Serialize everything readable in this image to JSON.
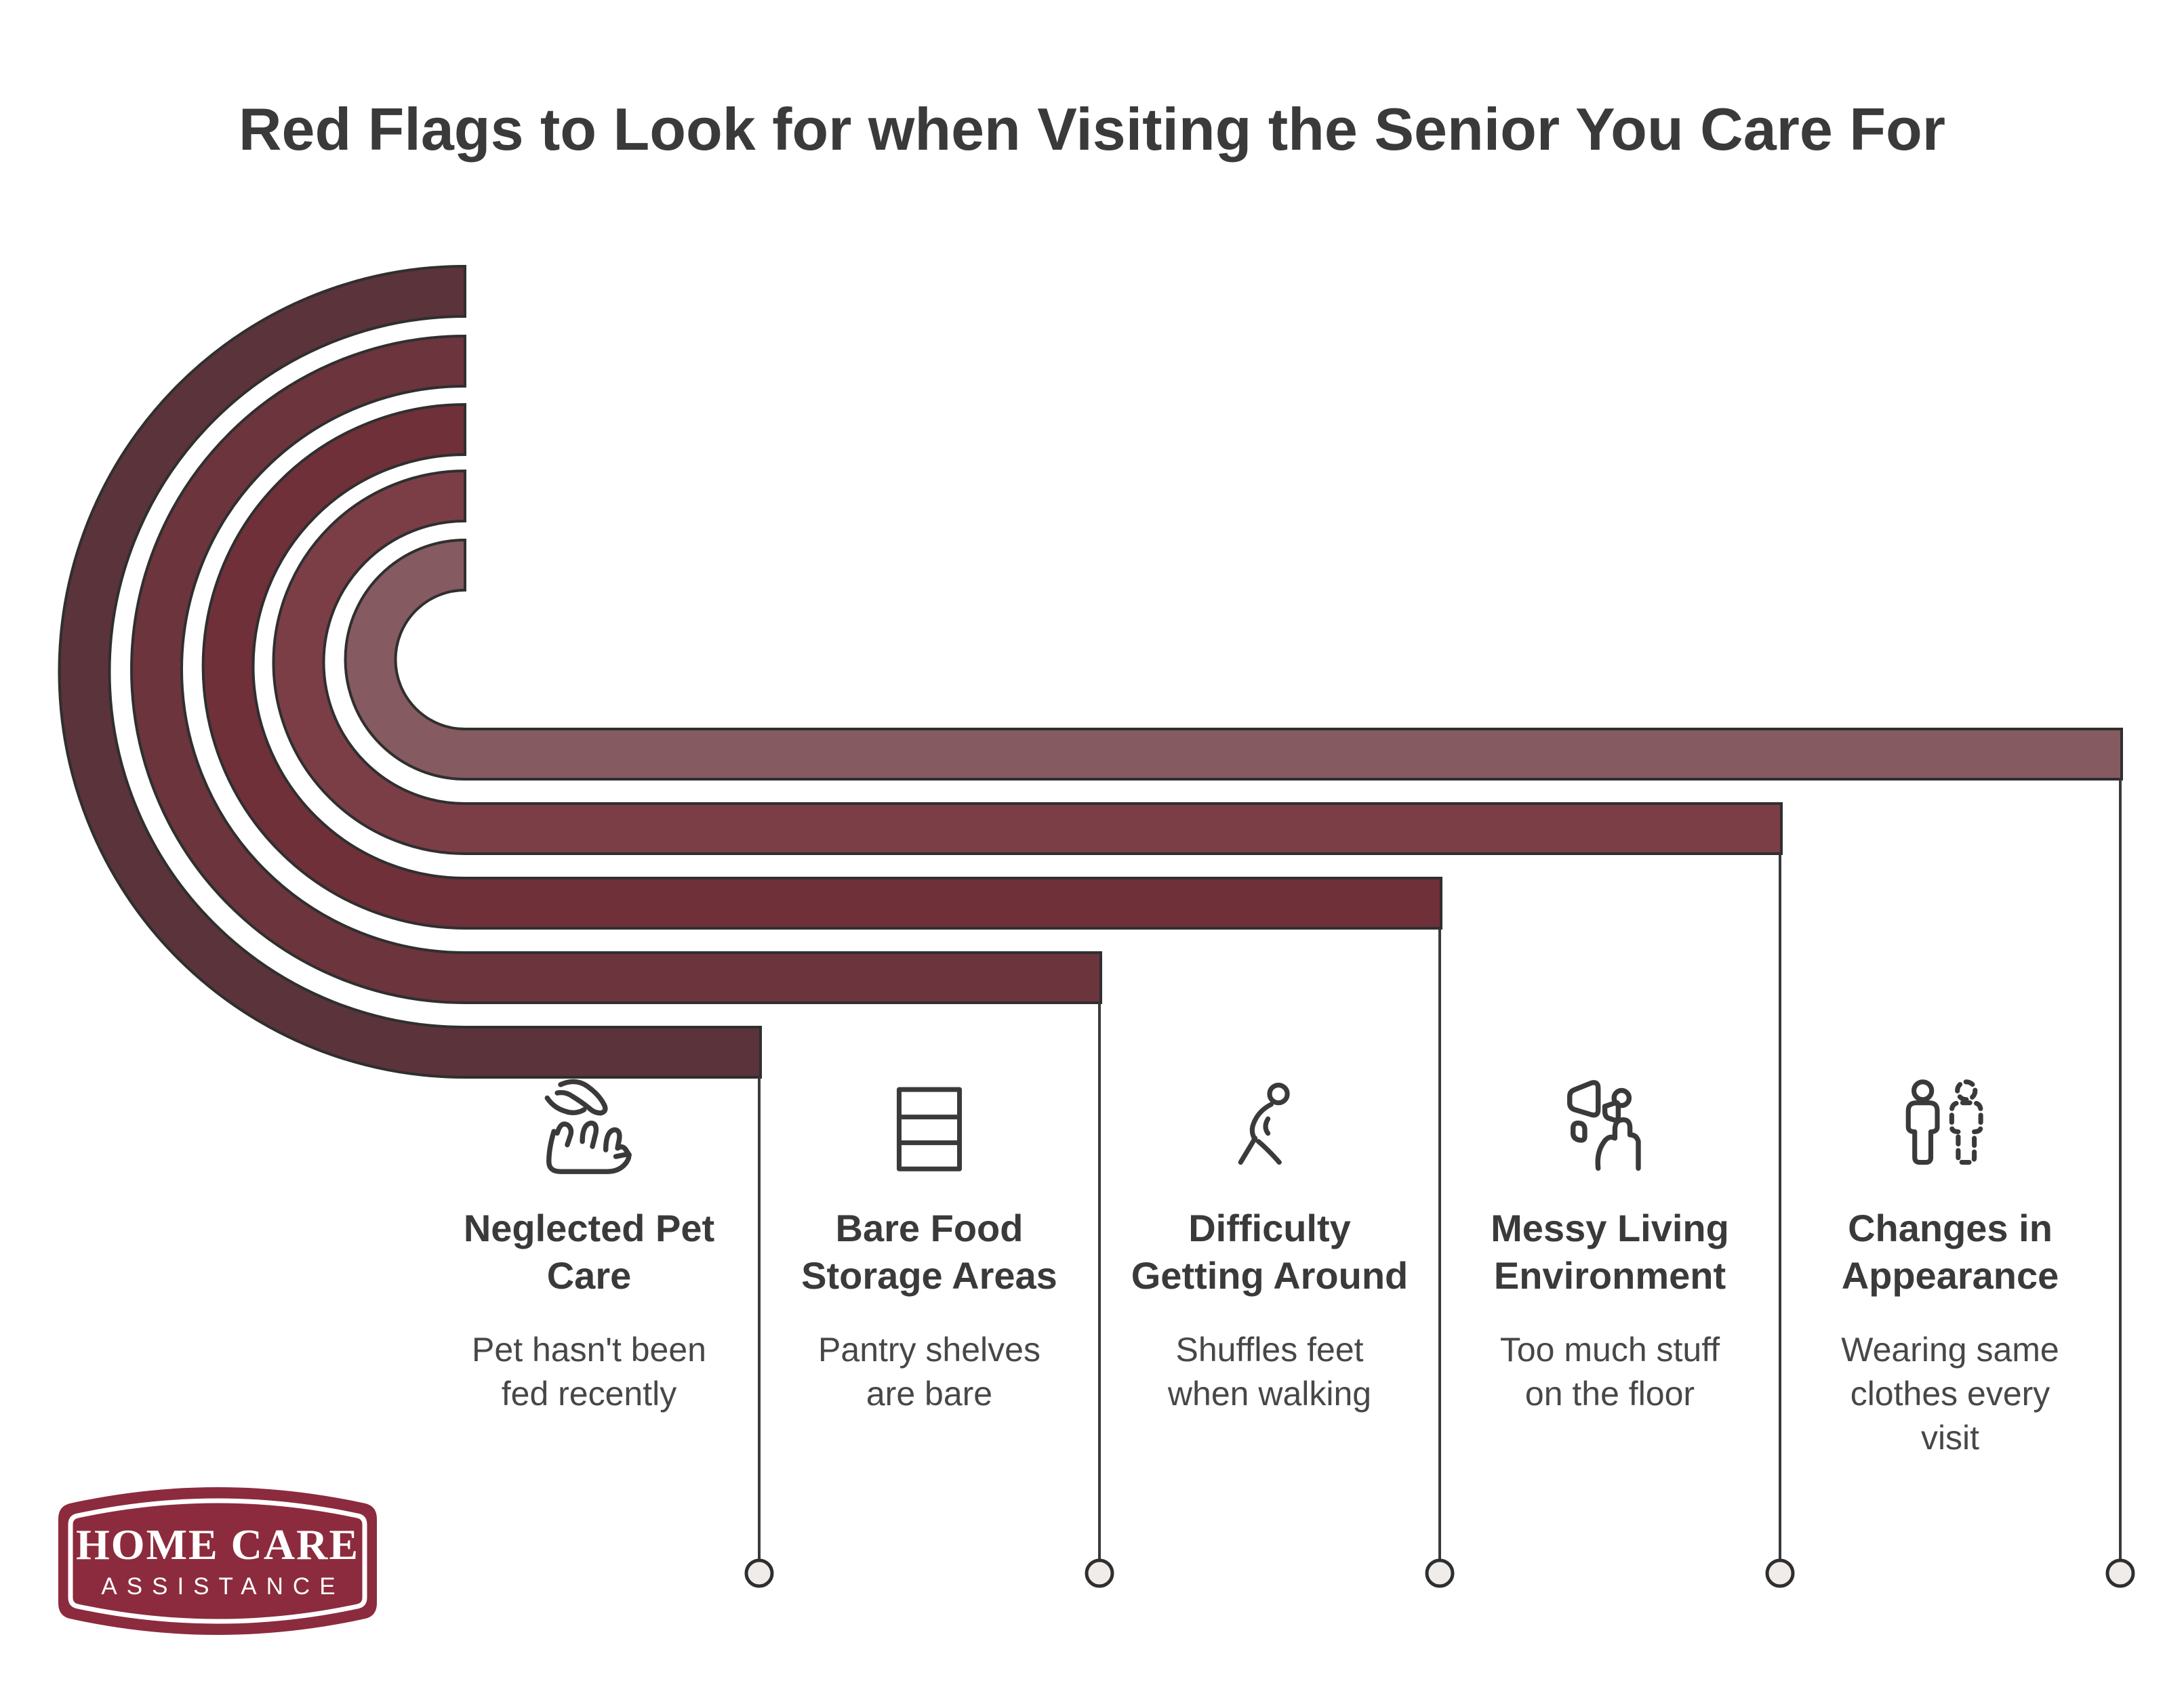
{
  "page": {
    "title": "Red Flags to Look for when Visiting the Senior You Care For"
  },
  "items": [
    {
      "title": "Neglected Pet Care",
      "description": "Pet hasn't been fed recently",
      "icon": "pet-care-icon",
      "band_color": "#5B333A"
    },
    {
      "title": "Bare Food Storage Areas",
      "description": "Pantry shelves are bare",
      "icon": "pantry-shelves-icon",
      "band_color": "#6C343C"
    },
    {
      "title": "Difficulty Getting Around",
      "description": "Shuffles feet when walking",
      "icon": "walking-person-icon",
      "band_color": "#6F3039"
    },
    {
      "title": "Messy Living Environment",
      "description": "Too much stuff on the floor",
      "icon": "clutter-icon",
      "band_color": "#7B3E47"
    },
    {
      "title": "Changes in Appearance",
      "description": "Wearing same clothes every visit",
      "icon": "appearance-change-icon",
      "band_color": "#855A60"
    }
  ],
  "logo": {
    "line1": "HOME CARE",
    "line2": "ASSISTANCE",
    "background": "#8C2B3D",
    "text_color": "#FFFFFF"
  },
  "colors": {
    "outline": "#2F2F2F",
    "connector": "#3A3A3A",
    "dot_fill": "#F0ECEA",
    "text_dark": "#3A3A3A",
    "background": "#FFFFFF"
  }
}
